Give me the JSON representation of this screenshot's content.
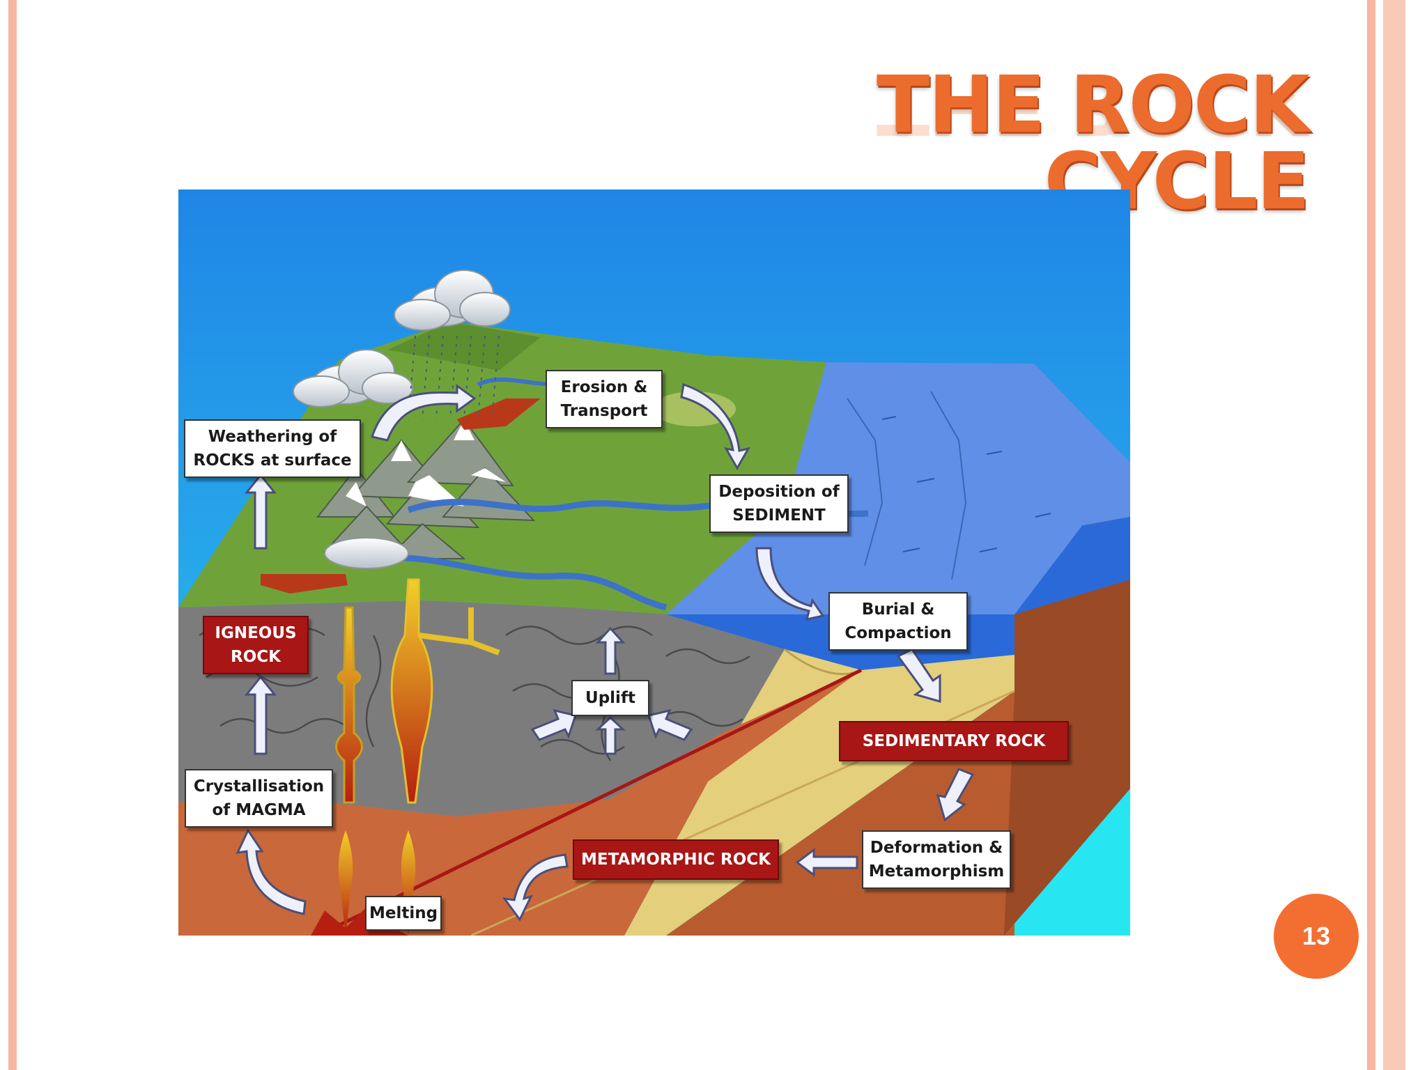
{
  "slide": {
    "title": "THE ROCK CYCLE",
    "page_number": "13"
  },
  "diagram": {
    "processes": {
      "weathering": "Weathering of\nROCKS at surface",
      "erosion": "Erosion &\nTransport",
      "deposition": "Deposition of\nSEDIMENT",
      "burial": "Burial &\nCompaction",
      "uplift": "Uplift",
      "crystallisation": "Crystallisation\nof MAGMA",
      "deformation": "Deformation &\nMetamorphism",
      "melting": "Melting"
    },
    "rock_types": {
      "igneous": "IGNEOUS\nROCK",
      "sedimentary": "SEDIMENTARY ROCK",
      "metamorphic": "METAMORPHIC ROCK"
    }
  },
  "colors": {
    "title": "#ec6c2e",
    "page_badge": "#f26f31",
    "process_box": "#ffffff",
    "rock_box": "#a81616",
    "sky": "#1f8fe6",
    "land": "#6fa33a",
    "sea": "#5f8fe6",
    "magma": "#e8a51a",
    "side_bars": "#f6b6a0"
  },
  "icons": [
    "cloud-icon",
    "arrow-icon",
    "volcano-icon",
    "magma-chamber-icon"
  ]
}
